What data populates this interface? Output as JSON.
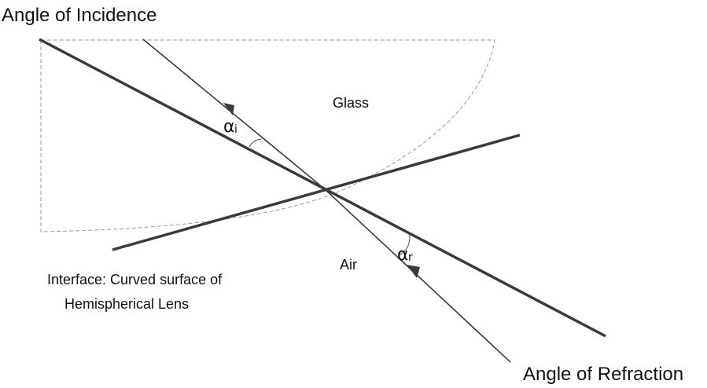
{
  "diagram": {
    "labels": {
      "angle_of_incidence": "Angle of Incidence",
      "angle_of_refraction": "Angle of Refraction",
      "glass": "Glass",
      "air": "Air",
      "interface_line1": "Interface: Curved surface of",
      "interface_line2": "Hemispherical Lens",
      "alpha_i_symbol": "α",
      "alpha_i_sub": "i",
      "alpha_r_symbol": "α",
      "alpha_r_sub": "r"
    },
    "colors": {
      "line": "#3a3a3a",
      "dashed": "#999999"
    }
  }
}
